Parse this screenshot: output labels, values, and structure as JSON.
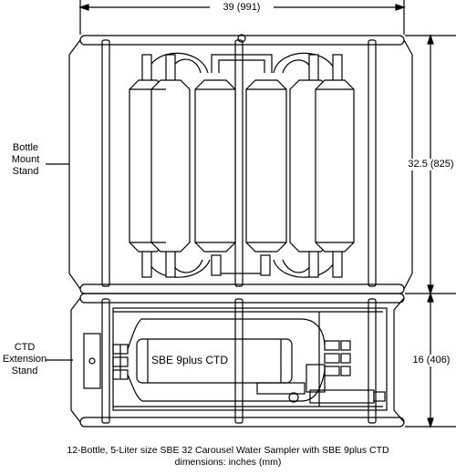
{
  "dimensions": {
    "width_label": "39 (991)",
    "upper_height_label": "32.5 (825)",
    "lower_height_label": "16 (406)"
  },
  "labels": {
    "bottle_stand": [
      "Bottle",
      "Mount",
      "Stand"
    ],
    "ctd_stand": [
      "CTD",
      "Extension",
      "Stand"
    ],
    "ctd_unit": "SBE 9plus CTD"
  },
  "caption": {
    "line1": "12-Bottle, 5-Liter size SBE 32 Carousel Water Sampler with SBE 9plus CTD",
    "line2": "dimensions: inches (mm)"
  },
  "colors": {
    "line": "#000000",
    "bottle_fill": "#ffffff",
    "background": "#ffffff"
  }
}
